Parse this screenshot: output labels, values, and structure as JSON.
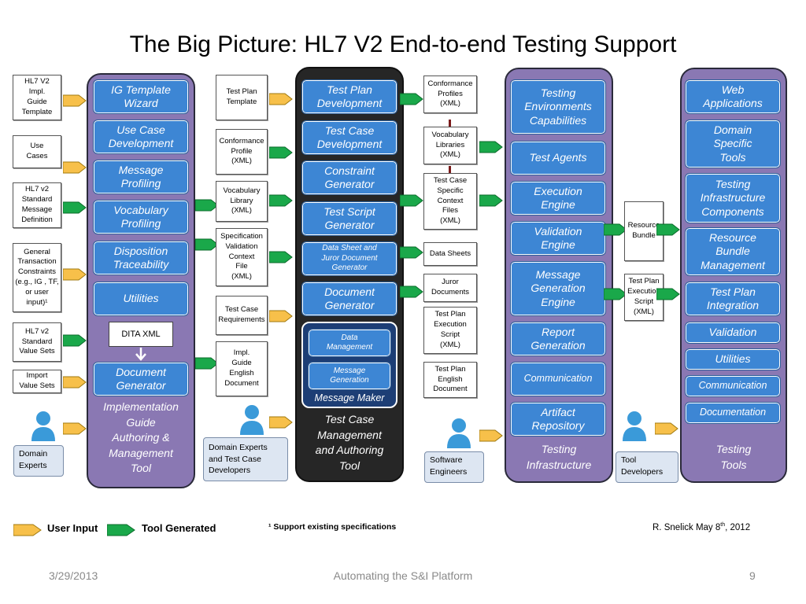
{
  "title": "The Big Picture: HL7 V2 End-to-end Testing Support",
  "left_inputs": [
    "HL7 V2\nImpl.\nGuide\nTemplate",
    "Use\nCases",
    "HL7 v2\nStandard\nMessage\nDefinition",
    "General\nTransaction\nConstraints\n(e.g., IG , TF,\nor user\ninput)¹",
    "HL7 v2\nStandard\nValue Sets",
    "Import\nValue Sets"
  ],
  "col1": {
    "items": [
      "IG Template\nWizard",
      "Use Case\nDevelopment",
      "Message\nProfiling",
      "Vocabulary\nProfiling",
      "Disposition\nTraceability",
      "Utilities",
      "Document\nGenerator"
    ],
    "dita": "DITA XML",
    "label": "Implementation\nGuide\nAuthoring &\nManagement\nTool"
  },
  "docs2": [
    "Test Plan\nTemplate",
    "Conformance\nProfile\n(XML)",
    "Vocabulary\nLibrary\n(XML)",
    "Specification\nValidation\nContext\nFile\n(XML)",
    "Test Case\nRequirements",
    "Impl.\nGuide\nEnglish\nDocument"
  ],
  "col2": {
    "items": [
      "Test Plan\nDevelopment",
      "Test Case\nDevelopment",
      "Constraint\nGenerator",
      "Test Script\nGenerator",
      "Data Sheet and\nJuror Document\nGenerator",
      "Document\nGenerator"
    ],
    "inner": [
      "Data\nManagement",
      "Message\nGeneration"
    ],
    "inner_label": "Message Maker",
    "label": "Test Case\nManagement\nand Authoring\nTool"
  },
  "docs3": [
    "Conformance\nProfiles\n(XML)",
    "Vocabulary\nLibraries\n(XML)",
    "Test Case\nSpecific\nContext\nFiles\n(XML)",
    "Data Sheets",
    "Juror\nDocuments",
    "Test Plan\nExecution\nScript\n(XML)",
    "Test Plan\nEnglish\nDocument"
  ],
  "col3": {
    "items": [
      "Testing\nEnvironments\nCapabilities",
      "Test Agents",
      "Execution\nEngine",
      "Validation\nEngine",
      "Message\nGeneration\nEngine",
      "Report\nGeneration",
      "Communication",
      "Artifact\nRepository"
    ],
    "label": "Testing\nInfrastructure"
  },
  "docs4": [
    "Resource\nBundle",
    "Test Plan\nExecution\nScript\n(XML)"
  ],
  "col4": {
    "items": [
      "Web\nApplications",
      "Domain\nSpecific\nTools",
      "Testing\nInfrastructure\nComponents",
      "Resource\nBundle\nManagement",
      "Test Plan\nIntegration",
      "Validation",
      "Utilities",
      "Communication",
      "Documentation"
    ],
    "label": "Testing\nTools"
  },
  "people": [
    "Domain\nExperts",
    "Domain Experts\nand Test Case\nDevelopers",
    "Software\nEngineers",
    "Tool\nDevelopers"
  ],
  "legend": {
    "user_input": "User Input",
    "tool_generated": "Tool Generated"
  },
  "footnote": "¹ Support existing specifications",
  "credit": "R. Snelick May 8",
  "credit_sup": "th",
  "credit_tail": ", 2012",
  "footer": {
    "date": "3/29/2013",
    "center": "Automating the S&I Platform",
    "page": "9"
  },
  "colors": {
    "purple": "#8a78b3",
    "dark": "#262626",
    "blue": "#3d86d4",
    "yellow_arrow": "#f7c04a",
    "green_arrow": "#1aa84a"
  }
}
